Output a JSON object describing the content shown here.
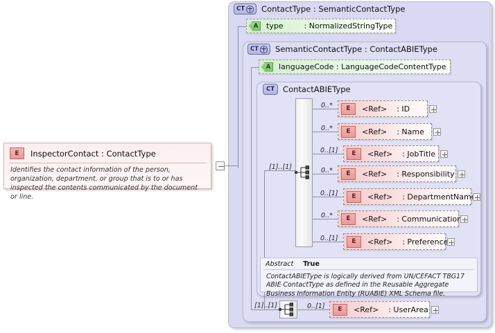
{
  "diagram": {
    "kind": "xsd-schema-diagram",
    "root_element": {
      "badge": "E",
      "title": "InspectorContact : ContactType",
      "documentation": "Identifies the contact information of the person, organization, department, or group that is to or has inspected the contents communicated by the document or line.",
      "toggle": "minus-toggle"
    },
    "containers": [
      {
        "badge": "CT",
        "expandable": true,
        "title": "ContactType : SemanticContactType"
      },
      {
        "badge": "CT",
        "expandable": true,
        "title": "SemanticContactType : ContactABIEType"
      },
      {
        "badge": "CT",
        "expandable": false,
        "title": "ContactABIEType"
      }
    ],
    "attributes": [
      {
        "badge": "A",
        "name": "type",
        "type": ": NormalizedStringType"
      },
      {
        "badge": "A",
        "name": "languageCode : LanguageCodeContentType",
        "type": ""
      }
    ],
    "sequences": [
      {
        "occurrence": "[1]..[1]",
        "icon": "sequence-icon"
      },
      {
        "occurrence": "[1]..[1]",
        "icon": "sequence-icon"
      }
    ],
    "elements": [
      {
        "occurrence": "0..*",
        "badge": "E",
        "ref": "<Ref>",
        "name": ": ID",
        "expand": "+"
      },
      {
        "occurrence": "0..*",
        "badge": "E",
        "ref": "<Ref>",
        "name": ": Name",
        "expand": "+"
      },
      {
        "occurrence": "0..[1]",
        "badge": "E",
        "ref": "<Ref>",
        "name": ": JobTitle",
        "expand": "+"
      },
      {
        "occurrence": "0..*",
        "badge": "E",
        "ref": "<Ref>",
        "name": ": Responsibility",
        "expand": "+"
      },
      {
        "occurrence": "0..[1]",
        "badge": "E",
        "ref": "<Ref>",
        "name": ": DepartmentName",
        "expand": "+"
      },
      {
        "occurrence": "0..*",
        "badge": "E",
        "ref": "<Ref>",
        "name": ": Communication",
        "expand": "+"
      },
      {
        "occurrence": "0..[1]",
        "badge": "E",
        "ref": "<Ref>",
        "name": ": Preference",
        "expand": "+"
      }
    ],
    "user_area": {
      "occurrence": "0..[1]",
      "badge": "E",
      "ref": "<Ref>",
      "name": ": UserArea",
      "expand": "+"
    },
    "annotation": {
      "abstract_label": "Abstract",
      "abstract_value": "True",
      "text": "ContactABIEType is logically derived from UN/CEFACT TBG17 ABIE ContactType as defined in the Reusable Aggregate Business Information Entity (RUABIE) XML Schema file."
    },
    "colors": {
      "container_l1": "#d9d9f3",
      "container_l2": "#dedef5",
      "container_l3": "#e2e2f7",
      "element_pink": "#f6cdcd",
      "attribute_green": "#d4f0cd",
      "connector": "#8c8ca3"
    }
  }
}
